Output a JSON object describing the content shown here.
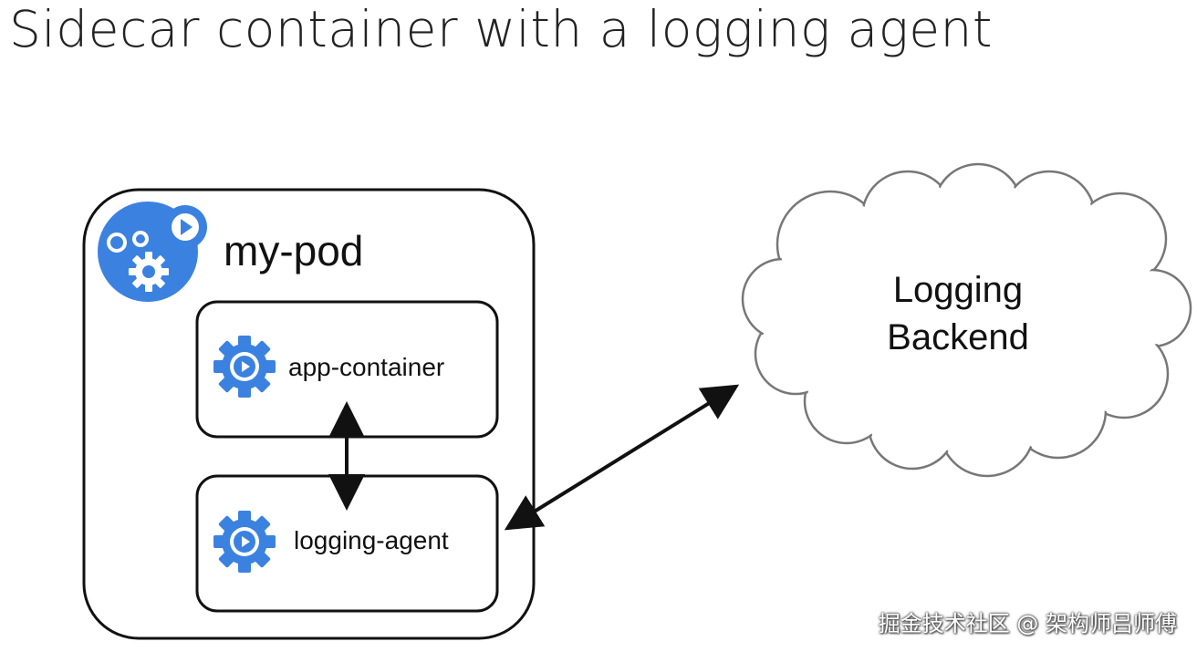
{
  "title": "Sidecar container with a logging agent",
  "pod": {
    "label": "my-pod",
    "icon": "pod-gears-icon",
    "containers": [
      {
        "label": "app-container",
        "icon": "container-gear-icon"
      },
      {
        "label": "logging-agent",
        "icon": "container-gear-icon"
      }
    ]
  },
  "backend": {
    "line1": "Logging",
    "line2": "Backend"
  },
  "watermark": "掘金技术社区 @ 架构师吕师傅",
  "colors": {
    "icon_blue": "#3b82e0",
    "stroke": "#111111",
    "cloud_stroke": "#777777"
  }
}
